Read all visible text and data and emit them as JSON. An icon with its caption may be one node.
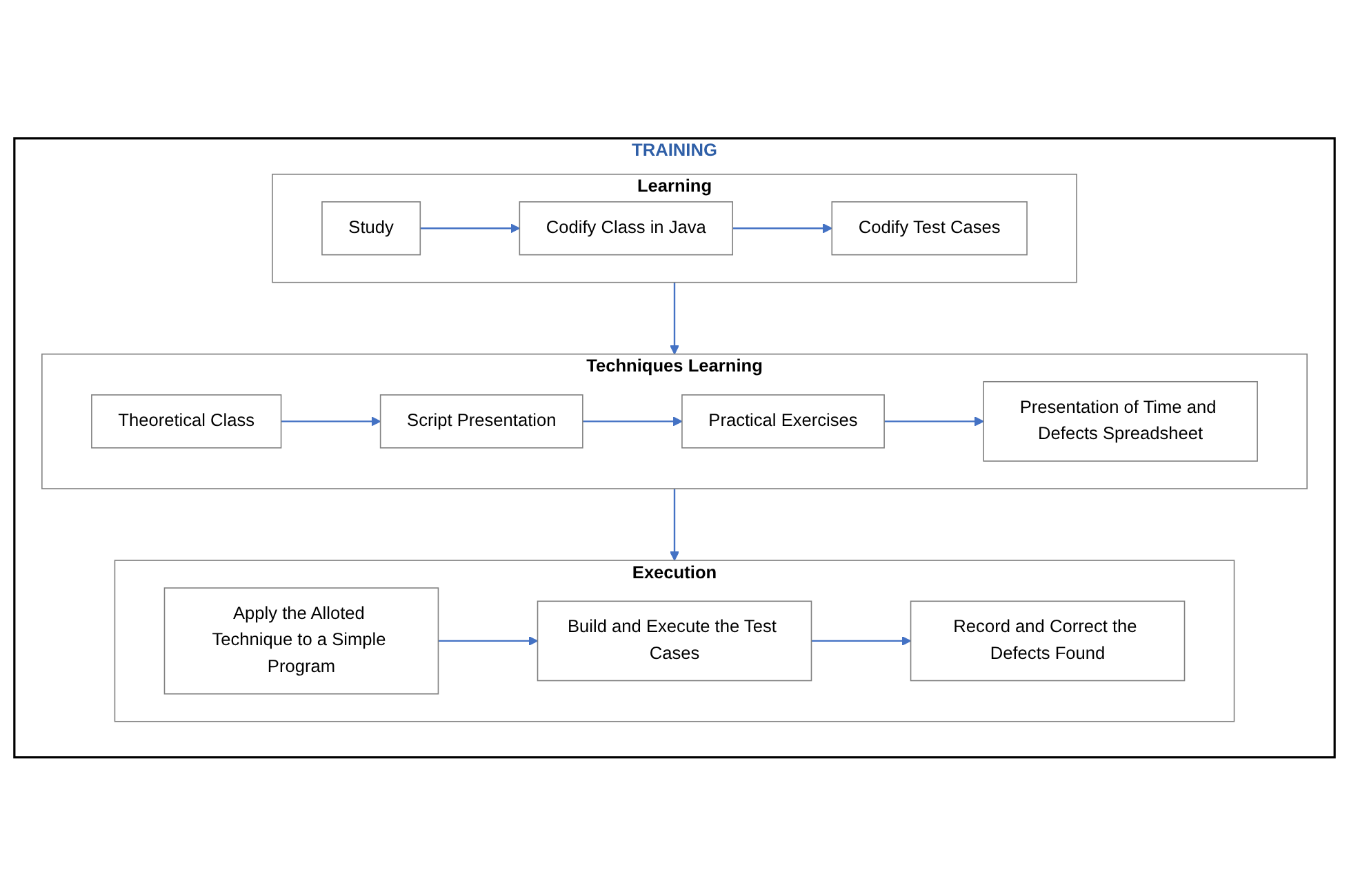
{
  "diagram": {
    "nodes": [
      {
        "text": [
          "TRAINING"
        ]
      },
      {
        "text": [
          "Learning"
        ],
        "in": 0
      },
      {
        "text": [
          "Study"
        ],
        "in": 1
      },
      {
        "text": [
          "Codify Class in Java"
        ],
        "in": 1
      },
      {
        "text": [
          "Codify Test Cases"
        ],
        "in": 1
      },
      {
        "text": [
          "Techniques Learning"
        ],
        "in": 0
      },
      {
        "text": [
          "Theoretical Class"
        ],
        "in": 5
      },
      {
        "text": [
          "Script Presentation"
        ],
        "in": 5
      },
      {
        "text": [
          "Practical Exercises"
        ],
        "in": 5
      },
      {
        "text": [
          "Presentation of Time and Defects Spreadsheet"
        ],
        "in": 5
      },
      {
        "text": [
          "Execution"
        ],
        "in": 0
      },
      {
        "text": [
          "Apply the Alloted Technique to a Simple Program"
        ],
        "in": 10
      },
      {
        "text": [
          "Build and Execute the Test Cases"
        ],
        "in": 10
      },
      {
        "text": [
          "Record and Correct the Defects Found"
        ],
        "in": 10
      }
    ],
    "edges": [
      {
        "from": 2,
        "to": 3,
        "arrow": "to"
      },
      {
        "from": 3,
        "to": 4,
        "arrow": "to"
      },
      {
        "from": 1,
        "to": 5,
        "arrow": "to"
      },
      {
        "from": 6,
        "to": 7,
        "arrow": "to"
      },
      {
        "from": 7,
        "to": 8,
        "arrow": "to"
      },
      {
        "from": 8,
        "to": 9,
        "arrow": "to"
      },
      {
        "from": 5,
        "to": 10,
        "arrow": "to"
      },
      {
        "from": 11,
        "to": 12,
        "arrow": "to"
      },
      {
        "from": 12,
        "to": 13,
        "arrow": "to"
      }
    ]
  }
}
